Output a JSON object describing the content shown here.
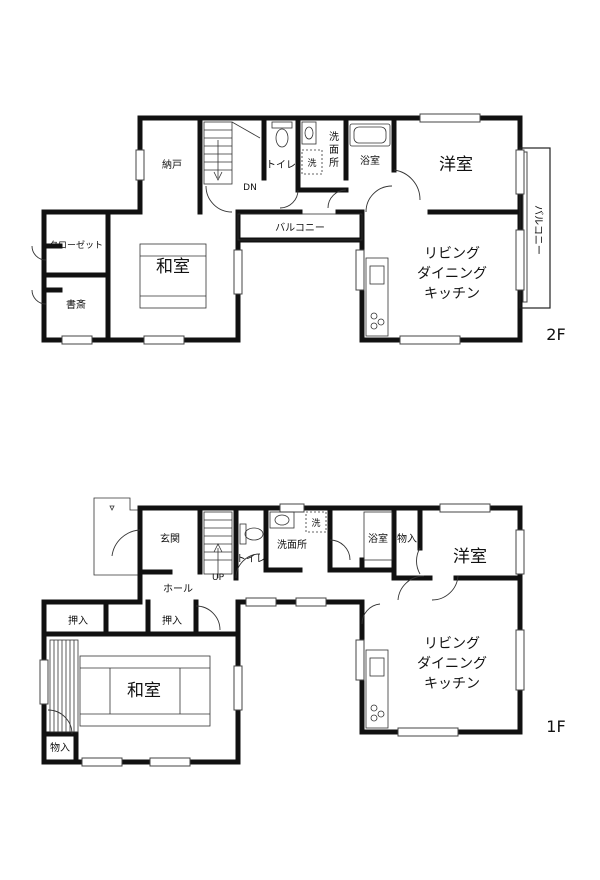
{
  "floor2": {
    "floor_label": "2F",
    "rooms": {
      "storage": "納戸",
      "toilet": "トイレ",
      "washroom": [
        "洗",
        "面",
        "所"
      ],
      "washer": "洗",
      "bath": "浴室",
      "western": "洋室",
      "closet": "クローゼット",
      "study": "書斎",
      "japanese": "和室",
      "balcony_mid": "バルコニー",
      "balcony_side": "バルコニー",
      "ldk": [
        "リビング",
        "ダイニング",
        "キッチン"
      ],
      "stair": "DN"
    }
  },
  "floor1": {
    "floor_label": "1F",
    "rooms": {
      "entrance": "玄関",
      "toilet": "トイレ",
      "washroom": "洗面所",
      "washer": "洗",
      "bath": "浴室",
      "storage_small": "物入",
      "western": "洋室",
      "hall": "ホール",
      "stair": "UP",
      "oshiire_1": "押入",
      "oshiire_2": "押入",
      "japanese": "和室",
      "storage_corner": "物入",
      "ldk": [
        "リビング",
        "ダイニング",
        "キッチン"
      ]
    }
  }
}
